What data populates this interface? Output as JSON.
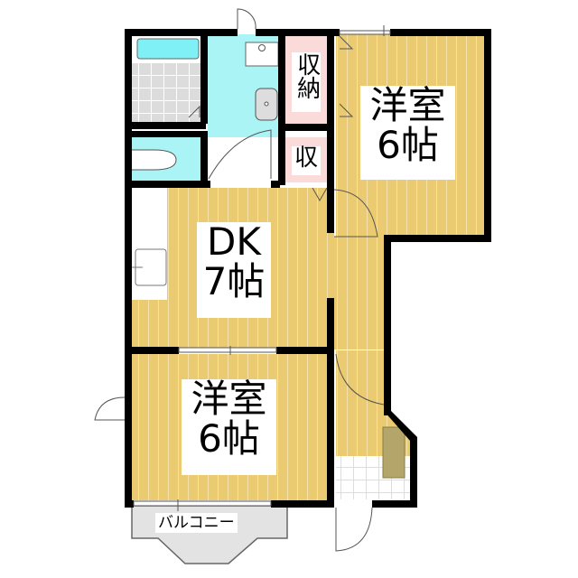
{
  "floorplan": {
    "rooms": [
      {
        "id": "western-room-1",
        "name": "洋室",
        "size": "6帖"
      },
      {
        "id": "dk",
        "name": "DK",
        "size": "7帖"
      },
      {
        "id": "western-room-2",
        "name": "洋室",
        "size": "6帖"
      },
      {
        "id": "storage-large",
        "name": "収納"
      },
      {
        "id": "storage-small",
        "name": "収"
      },
      {
        "id": "balcony",
        "name": "バルコニー"
      }
    ],
    "colors": {
      "floor_wood": "#ebcb71",
      "floor_line": "#f6e2a8",
      "wet_area": "#aaf4f6",
      "tub": "#7ff0f5",
      "storage": "#fbdada",
      "tile": "#dcdcdc",
      "shoebox": "#b4a66a",
      "wall": "#000000"
    }
  }
}
